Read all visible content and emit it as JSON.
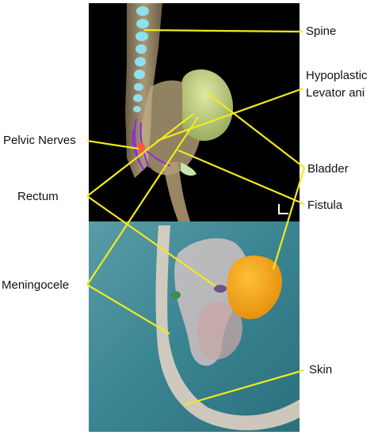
{
  "labels": {
    "spine": "Spine",
    "levator_line1": "Hypoplastic",
    "levator_line2": "Levator ani",
    "pelvic_nerves": "Pelvic Nerves",
    "bladder": "Bladder",
    "rectum": "Rectum",
    "fistula": "Fistula",
    "meningocele": "Meningocele",
    "skin": "Skin"
  },
  "colors": {
    "leader": "#f2ea1c",
    "top_panel_bg": "#000000",
    "bottom_panel_bg": "#3e8a96",
    "bladder_top": "#bcd07a",
    "bladder_bottom": "#f0a314",
    "spine_vertebra": "#8fe0ef",
    "nerves": "#8a2be2",
    "rectum": "#ff5a3c"
  }
}
